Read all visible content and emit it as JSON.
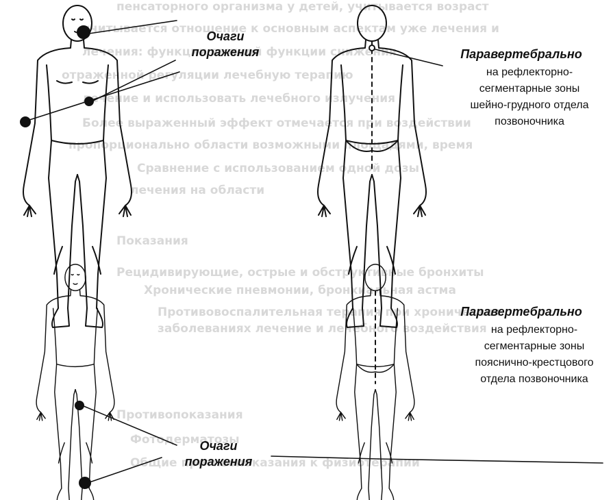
{
  "labels": {
    "top_lesion": "Очаги поражения",
    "top_right_title": "Паравертебрально",
    "top_right_desc": "на рефлекторно-сегментарные зоны шейно-грудного отдела позвоночника",
    "bottom_right_title": "Паравертебрально",
    "bottom_right_desc": "на рефлекторно-сегментарные зоны пояснично-крестцового отдела позвоночника",
    "bottom_lesion": "Очаги поражения"
  },
  "background_text": [
    "пенсаторного организма у детей, учитывается возраст",
    "учитывается отношение к основным аспектам уже лечения и",
    "лечения: функции важной функции снижения",
    "отраженной регуляции лечебную терапию",
    "лечение и использовать лечебного излучения",
    "Более выраженный эффект отмечается при воздействии",
    "пропорционально области возможными площадями, время",
    "Сравнение с использованием одной дозы",
    "лечения на области",
    "Показания",
    "Рецидивирующие, острые и обструктивные бронхиты",
    "Хронические пневмонии, бронхиальная астма",
    "Противовоспалительная терапия при хронических",
    "заболеваниях лечение и лечебного воздействия",
    "Противопоказания",
    "Фотодерматозы",
    "Общие противопоказания к физиотерапии"
  ],
  "colors": {
    "ink": "#111111",
    "watermark": "#b9b9b9"
  }
}
